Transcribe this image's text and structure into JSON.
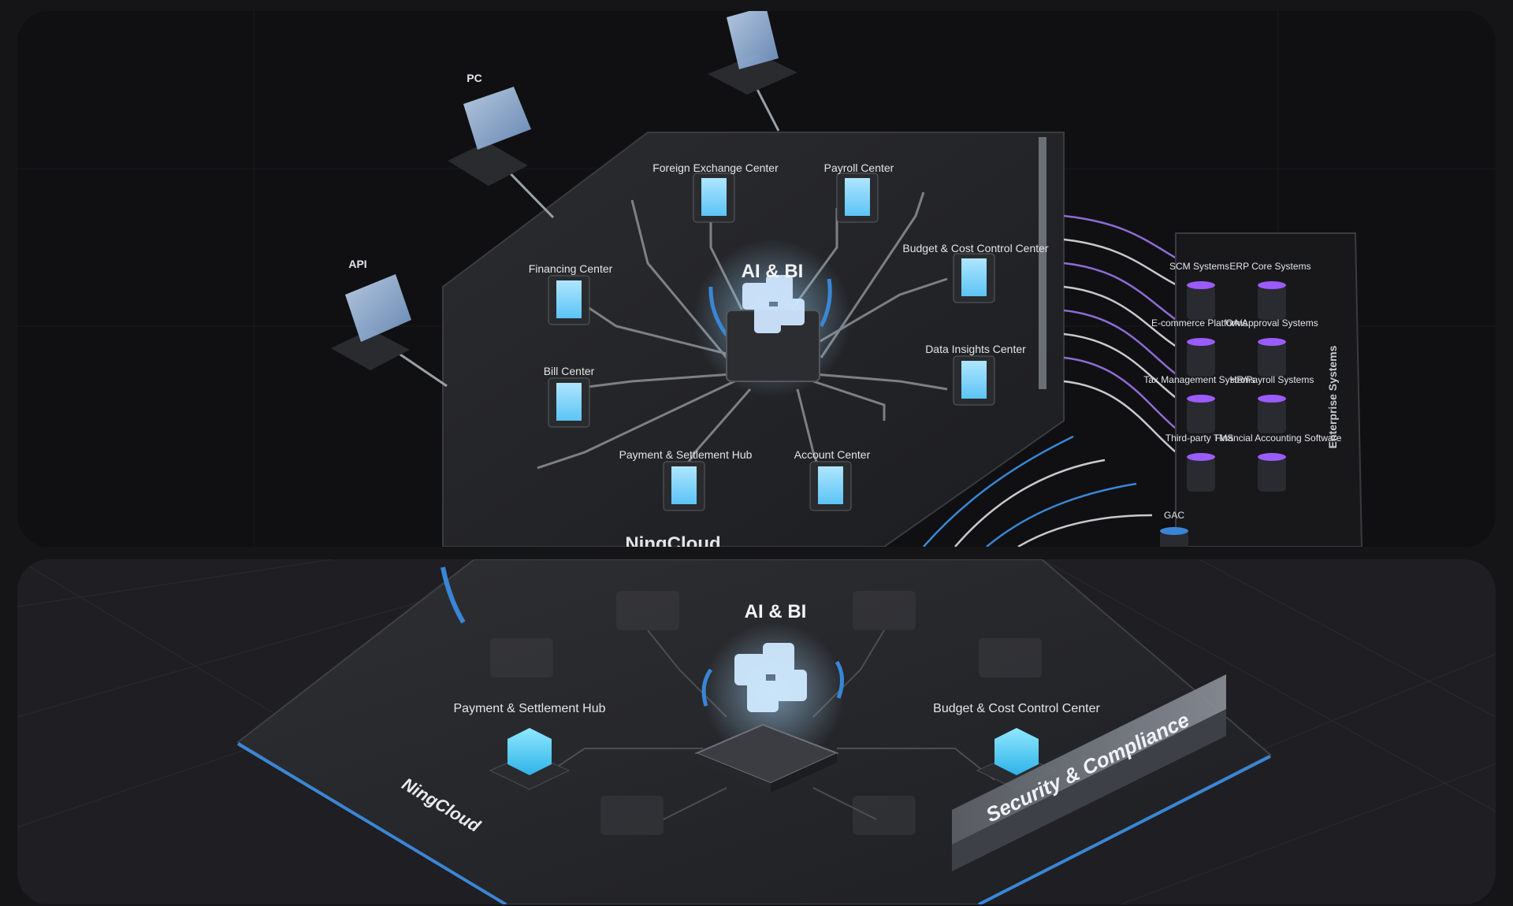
{
  "top_view": {
    "devices": {
      "pc": "PC",
      "api": "API"
    },
    "center_title": "AI & BI",
    "centers": {
      "foreign_exchange": "Foreign Exchange Center",
      "payroll": "Payroll Center",
      "budget_cost": "Budget & Cost Control Center",
      "financing": "Financing Center",
      "data_insights": "Data Insights Center",
      "bill": "Bill Center",
      "payment_settlement": "Payment & Settlement Hub",
      "account": "Account Center"
    },
    "brand": "NingCloud",
    "enterprise_panel": {
      "title": "Enterprise Systems",
      "systems": {
        "scm": "SCM Systems",
        "erp": "ERP Core Systems",
        "ecommerce": "E-commerce Platforms",
        "oa": "OA/Approval Systems",
        "tax": "Tax Management Systems",
        "payroll": "HR/Payroll Systems",
        "third_party": "Third-party TMS",
        "financial_accounting": "Financial Accounting Software",
        "gac": "GAC"
      }
    }
  },
  "bottom_view": {
    "center_title": "AI & BI",
    "left_module": "Payment & Settlement Hub",
    "right_module": "Budget & Cost Control Center",
    "brand": "NingCloud",
    "security_badge": "Security & Compliance"
  },
  "colors": {
    "accent_blue": "#3a86d6",
    "glow_cyan": "#5cd6ff",
    "accent_purple": "#9b5cff"
  }
}
